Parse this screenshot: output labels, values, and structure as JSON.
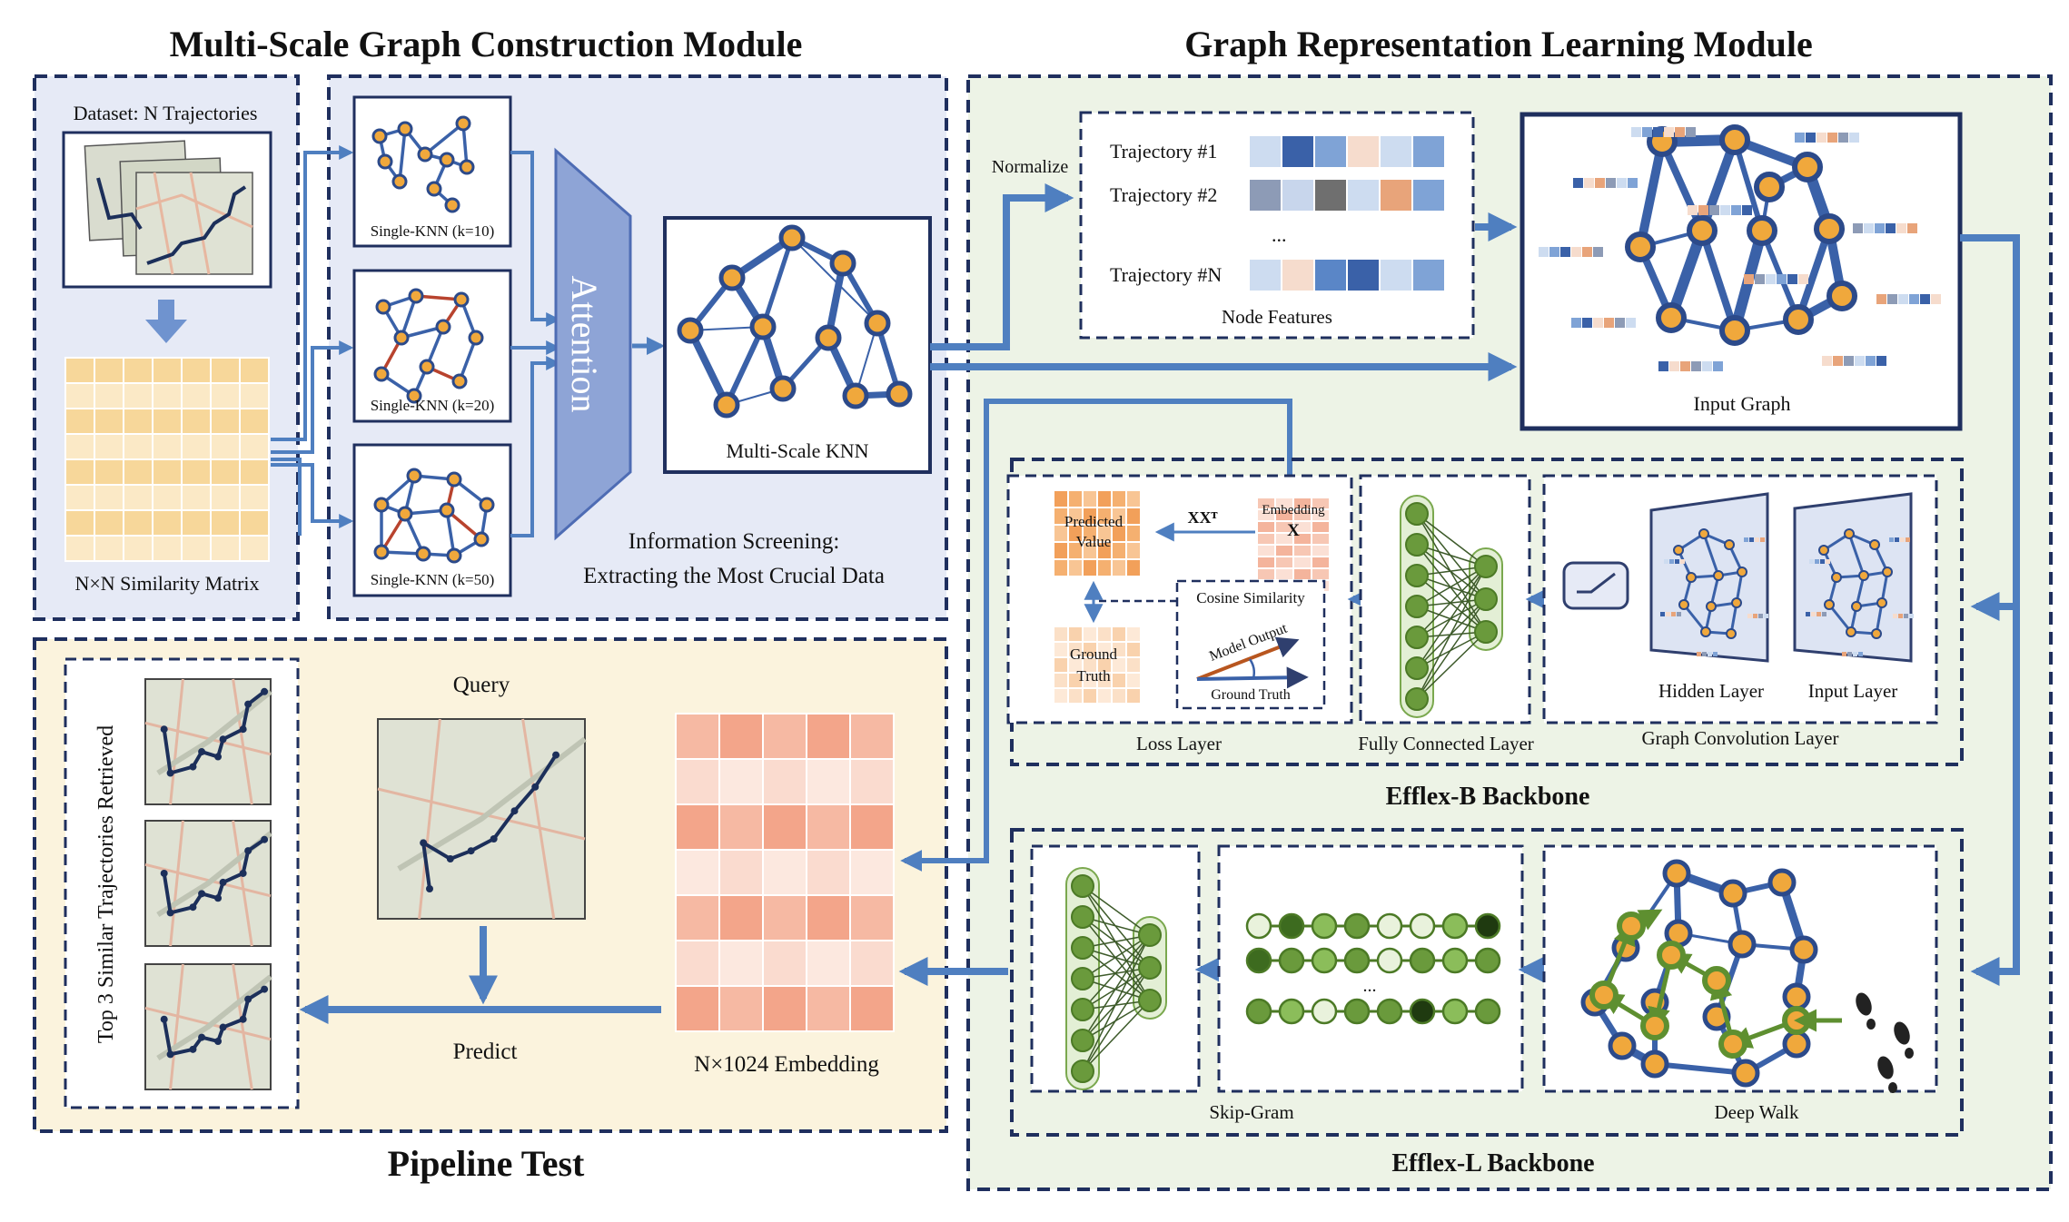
{
  "modules": {
    "construction_title": "Multi-Scale Graph Construction Module",
    "representation_title": "Graph Representation Learning Module",
    "pipeline_title": "Pipeline Test"
  },
  "construction": {
    "dataset_label": "Dataset: N Trajectories",
    "similarity_matrix_label": "N×N Similarity Matrix",
    "knn10_label": "Single-KNN (k=10)",
    "knn20_label": "Single-KNN (k=20)",
    "knn50_label": "Single-KNN (k=50)",
    "attention_label": "Attention",
    "multiscale_label": "Multi-Scale KNN",
    "screening_line1": "Information Screening:",
    "screening_line2": "Extracting the Most Crucial Data"
  },
  "representation": {
    "normalize_label": "Normalize",
    "trajectory_1": "Trajectory #1",
    "trajectory_2": "Trajectory #2",
    "ellipsis": "...",
    "trajectory_n": "Trajectory #N",
    "node_features_label": "Node Features",
    "input_graph_label": "Input Graph",
    "predicted_value_line1": "Predicted",
    "predicted_value_line2": "Value",
    "xxt_label": "XXᵀ",
    "embedding_label": "Embedding",
    "embedding_symbol": "X",
    "cosine_label": "Cosine Similarity",
    "model_output_label": "Model Output",
    "ground_truth_label": "Ground Truth",
    "ground_truth_box_line1": "Ground",
    "ground_truth_box_line2": "Truth",
    "loss_layer_label": "Loss Layer",
    "fc_layer_label": "Fully Connected Layer",
    "hidden_layer_label": "Hidden Layer",
    "input_layer_label": "Input Layer",
    "gcl_label": "Graph Convolution Layer",
    "efflex_b_label": "Efflex-B Backbone",
    "skipgram_label": "Skip-Gram",
    "deepwalk_label": "Deep Walk",
    "efflex_l_label": "Efflex-L Backbone",
    "skipgram_ellipsis": "..."
  },
  "pipeline": {
    "top3_label": "Top 3 Similar Trajectories Retrieved",
    "query_label": "Query",
    "predict_label": "Predict",
    "embedding_label": "N×1024 Embedding"
  },
  "colors": {
    "primary_blue": "#3a61a8",
    "arrow_blue": "#4f7fc0",
    "node_orange": "#f0a83c",
    "edge_red": "#b8432e",
    "green": "#6a9a3c",
    "dashed_navy": "#1f2f5e",
    "bg_construction": "#e6eaf6",
    "bg_representation": "#edf3e6",
    "bg_pipeline": "#fbf3dd"
  }
}
